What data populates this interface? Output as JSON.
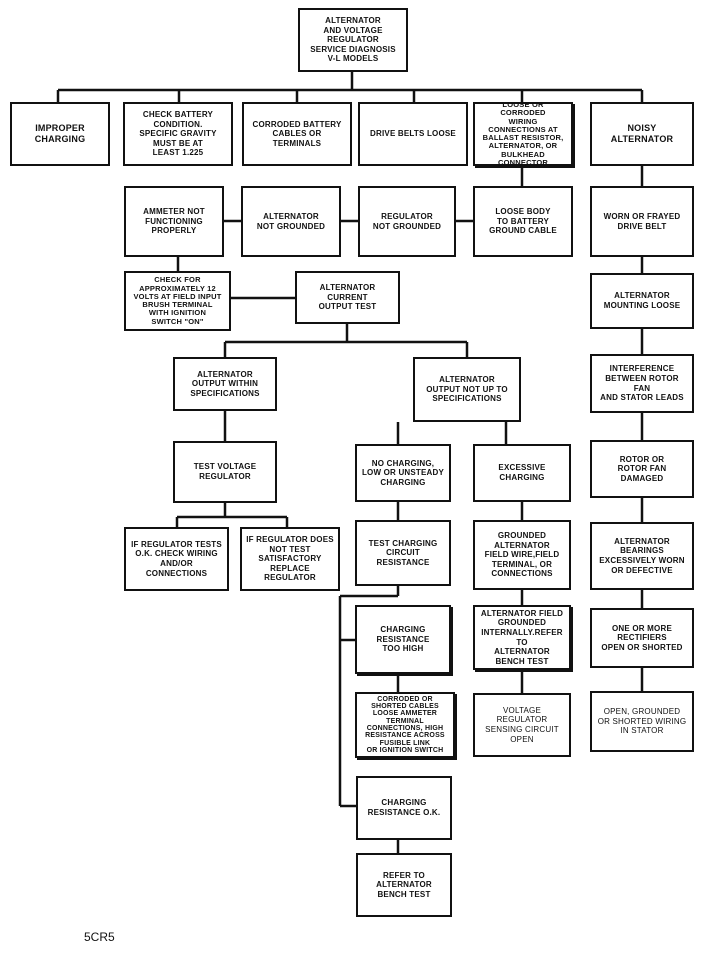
{
  "title": "ALTERNATOR\nAND VOLTAGE\nREGULATOR\nSERVICE DIAGNOSIS\nV-L MODELS",
  "row1": {
    "improper_charging": "IMPROPER\nCHARGING",
    "check_battery": "CHECK BATTERY\nCONDITION.\nSPECIFIC GRAVITY\nMUST BE AT\nLEAST 1.225",
    "corroded_cables": "CORRODED BATTERY\nCABLES OR\nTERMINALS",
    "drive_belts_loose": "DRIVE BELTS LOOSE",
    "loose_wiring": "LOOSE OR CORRODED\nWIRING\nCONNECTIONS AT\nBALLAST RESISTOR,\nALTERNATOR, OR\nBULKHEAD\nCONNECTOR",
    "noisy_alternator": "NOISY\nALTERNATOR"
  },
  "row2": {
    "ammeter": "AMMETER NOT\nFUNCTIONING\nPROPERLY",
    "alt_not_grounded": "ALTERNATOR\nNOT GROUNDED",
    "reg_not_grounded": "REGULATOR\nNOT GROUNDED",
    "loose_body": "LOOSE BODY\nTO BATTERY\nGROUND CABLE",
    "worn_belt": "WORN OR FRAYED\nDRIVE BELT"
  },
  "row3": {
    "check_12v": "CHECK FOR\nAPPROXIMATELY 12\nVOLTS AT FIELD INPUT\nBRUSH TERMINAL\nWITH IGNITION\nSWITCH \"ON\"",
    "current_output": "ALTERNATOR\nCURRENT\nOUTPUT TEST",
    "mounting_loose": "ALTERNATOR\nMOUNTING LOOSE"
  },
  "row4": {
    "output_within": "ALTERNATOR\nOUTPUT WITHIN\nSPECIFICATIONS",
    "output_not_up": "ALTERNATOR\nOUTPUT NOT UP TO\nSPECIFICATIONS",
    "interference": "INTERFERENCE\nBETWEEN ROTOR FAN\nAND STATOR LEADS"
  },
  "row5": {
    "test_voltage_reg": "TEST VOLTAGE\nREGULATOR",
    "no_charging": "NO CHARGING,\nLOW OR UNSTEADY\nCHARGING",
    "excessive_charging": "EXCESSIVE\nCHARGING",
    "rotor_damaged": "ROTOR OR\nROTOR FAN\nDAMAGED"
  },
  "row6": {
    "reg_tests_ok": "IF REGULATOR TESTS\nO.K. CHECK WIRING\nAND/OR\nCONNECTIONS",
    "reg_not_test": "IF REGULATOR DOES\nNOT TEST\nSATISFACTORY\nREPLACE REGULATOR",
    "test_charging_res": "TEST CHARGING\nCIRCUIT RESISTANCE",
    "grounded_field": "GROUNDED\nALTERNATOR\nFIELD WIRE,FIELD\nTERMINAL, OR\nCONNECTIONS",
    "bearings": "ALTERNATOR\nBEARINGS\nEXCESSIVELY WORN\nOR DEFECTIVE"
  },
  "row7": {
    "res_too_high": "CHARGING\nRESISTANCE\nTOO HIGH",
    "field_grounded_int": "ALTERNATOR FIELD\nGROUNDED\nINTERNALLY.REFER TO\nALTERNATOR\nBENCH TEST",
    "rectifiers": "ONE OR MORE\nRECTIFIERS\nOPEN OR SHORTED"
  },
  "row8": {
    "corroded_shorted": "CORRODED OR\nSHORTED CABLES\nLOOSE AMMETER\nTERMINAL\nCONNECTIONS, HIGH\nRESISTANCE ACROSS\nFUSIBLE LINK\nOR IGNITION SWITCH",
    "sensing_open": "VOLTAGE REGULATOR\nSENSING CIRCUIT\nOPEN",
    "stator_wiring": "OPEN, GROUNDED\nOR SHORTED WIRING\nIN STATOR"
  },
  "row9": {
    "res_ok": "CHARGING\nRESISTANCE O.K."
  },
  "row10": {
    "refer_bench": "REFER TO\nALTERNATOR\nBENCH TEST"
  },
  "figure_code": "5CR5"
}
